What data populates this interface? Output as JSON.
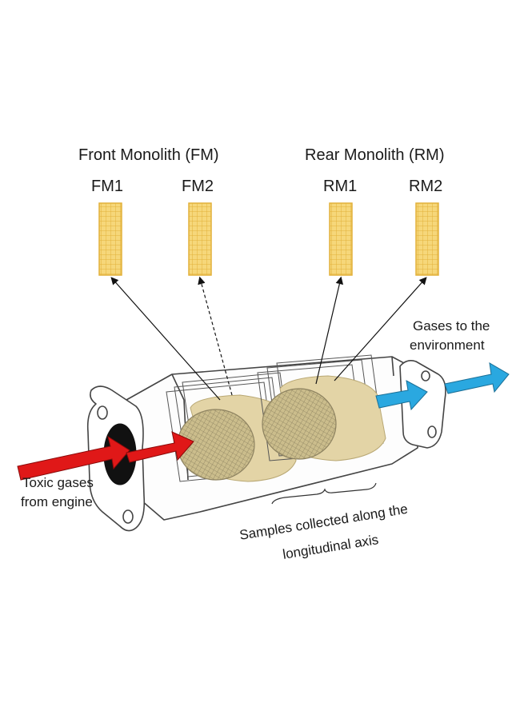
{
  "groups": {
    "front": {
      "title": "Front Monolith (FM)",
      "samples": [
        "FM1",
        "FM2"
      ]
    },
    "rear": {
      "title": "Rear Monolith (RM)",
      "samples": [
        "RM1",
        "RM2"
      ]
    }
  },
  "labels": {
    "inlet": [
      "Toxic gases",
      "from engine"
    ],
    "outlet": [
      "Gases to the",
      "environment"
    ],
    "samples_note": [
      "Samples collected along the",
      "longitudinal axis"
    ]
  },
  "colors": {
    "sample_fill": "#f6d77a",
    "sample_grid": "#e2b13a",
    "monolith": "#e3d4a6",
    "inlet_arrow": "#e01818",
    "outlet_arrow": "#2aa8e0",
    "outline": "#333333"
  }
}
